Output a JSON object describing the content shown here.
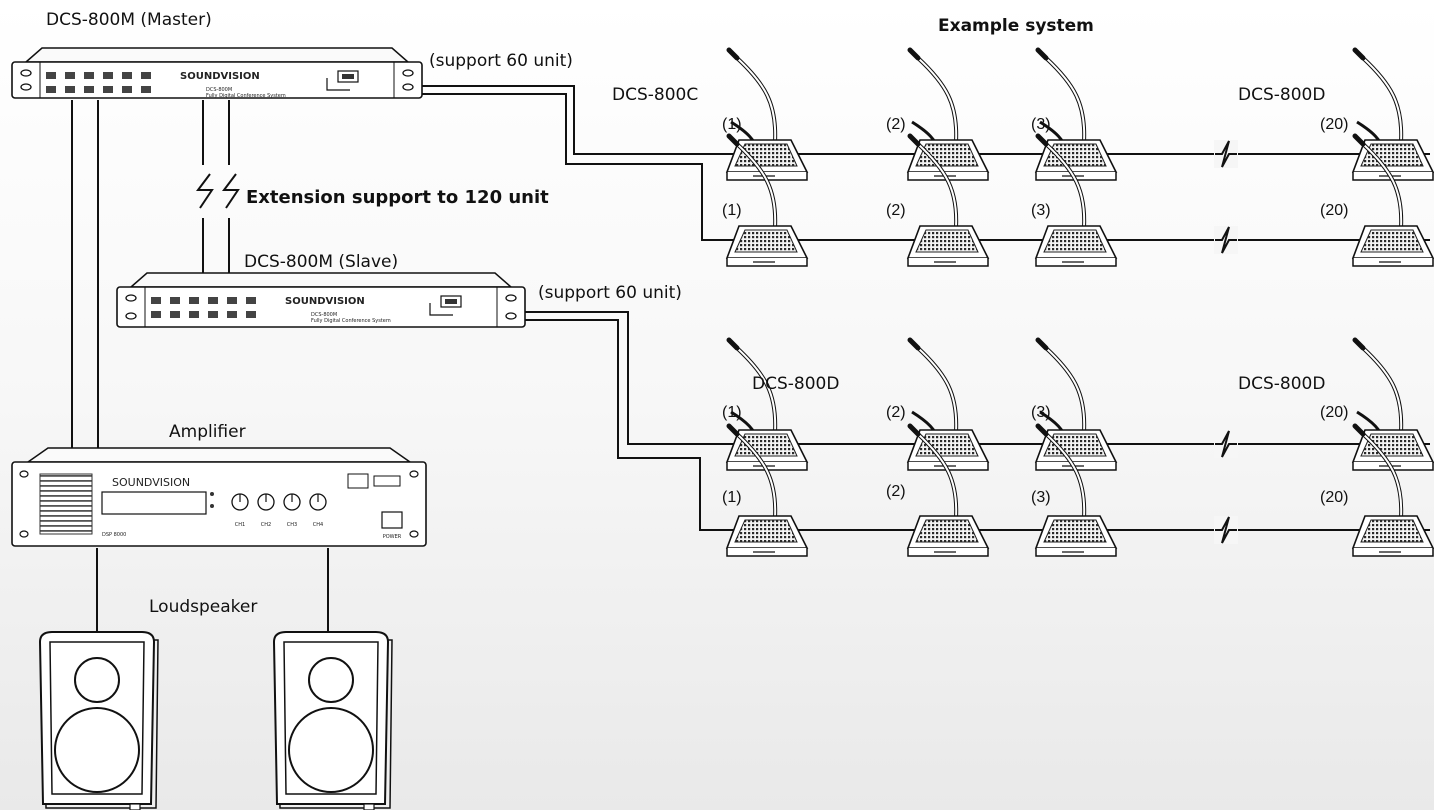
{
  "title": "Example system",
  "extension_note": "Extension support to 120 unit",
  "brand": "SOUNDVISION",
  "master": {
    "label": "DCS-800M (Master)",
    "support": "(support 60 unit)",
    "model_text": "DCS-800M",
    "caption": "Fully Digital Conference System"
  },
  "slave": {
    "label": "DCS-800M (Slave)",
    "support": "(support 60 unit)",
    "model_text": "DCS-800M",
    "caption": "Fully Digital Conference System"
  },
  "amplifier": {
    "label": "Amplifier",
    "model_text": "DSP 8000",
    "channels": [
      "CH1",
      "CH2",
      "CH3",
      "CH4"
    ],
    "power_label": "POWER"
  },
  "loudspeaker": {
    "label": "Loudspeaker",
    "count": 2
  },
  "groups": [
    {
      "left_label": "DCS-800C",
      "right_label": "DCS-800D"
    },
    {
      "left_label": "DCS-800D",
      "right_label": "DCS-800D"
    }
  ],
  "unit_numbers": [
    "(1)",
    "(2)",
    "(3)",
    "(20)"
  ]
}
